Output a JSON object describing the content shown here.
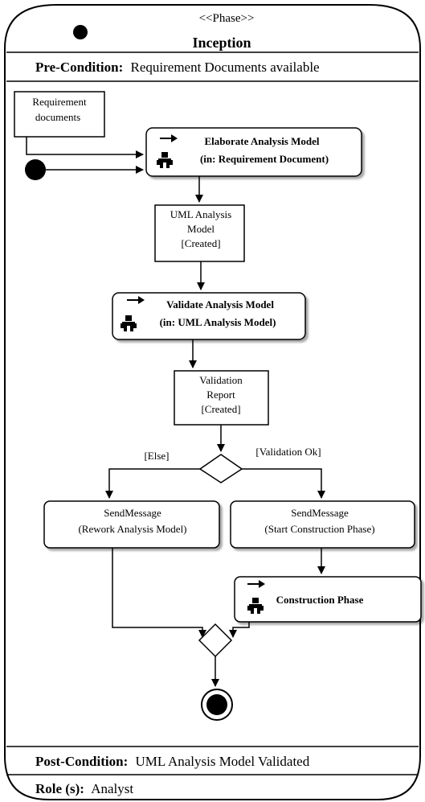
{
  "header": {
    "stereotype": "<<Phase>>",
    "phase_name": "Inception"
  },
  "pre_condition": {
    "label": "Pre-Condition:",
    "value": "Requirement Documents available"
  },
  "nodes": {
    "req_docs": {
      "line1": "Requirement",
      "line2": "documents"
    },
    "elaborate": {
      "line1": "Elaborate Analysis Model",
      "line2": "(in: Requirement Document)"
    },
    "uml_model": {
      "line1": "UML Analysis",
      "line2": "Model",
      "line3": "[Created]"
    },
    "validate": {
      "line1": "Validate Analysis Model",
      "line2": "(in: UML Analysis Model)"
    },
    "validation_report": {
      "line1": "Validation",
      "line2": "Report",
      "line3": "[Created]"
    },
    "send_rework": {
      "line1": "SendMessage",
      "line2": "(Rework Analysis Model)"
    },
    "send_start": {
      "line1": "SendMessage",
      "line2": "(Start Construction Phase)"
    },
    "construction": {
      "line1": "Construction Phase"
    }
  },
  "guards": {
    "else": "[Else]",
    "ok": "[Validation Ok]"
  },
  "post_condition": {
    "label": "Post-Condition:",
    "value": "UML Analysis Model Validated"
  },
  "role": {
    "label": "Role (s):",
    "value": "Analyst"
  }
}
